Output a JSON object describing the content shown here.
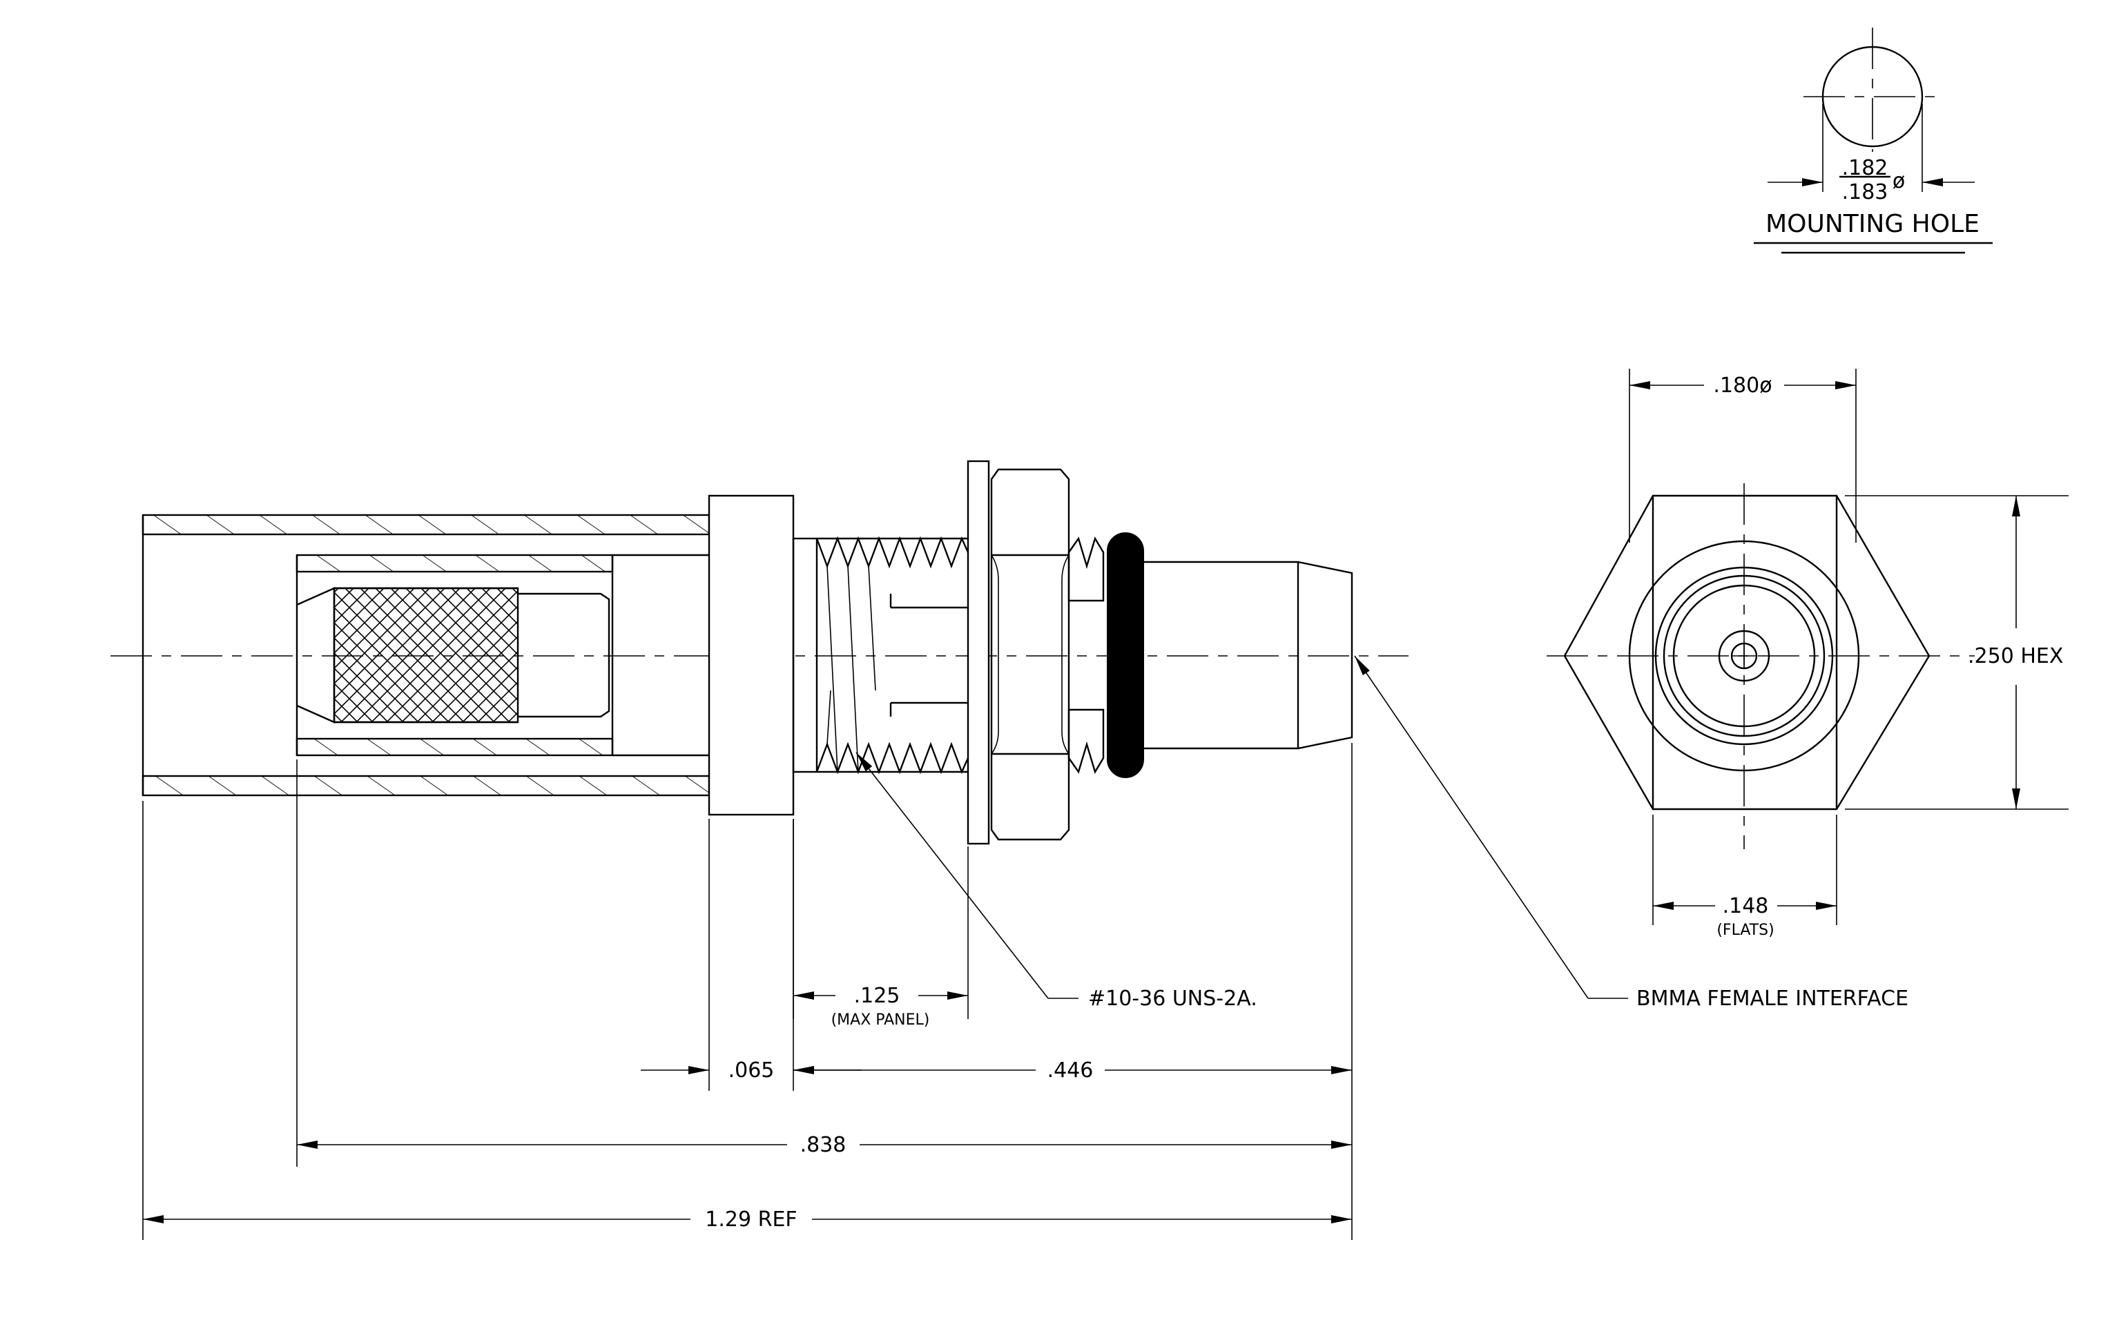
{
  "mounting_hole": {
    "dia_top": ".182",
    "dia_bottom": ".183",
    "dia_symbol": "ø",
    "title": "MOUNTING HOLE"
  },
  "dimensions": {
    "panel": ".125",
    "panel_note": "(MAX PANEL)",
    "thread": "#10-36 UNS-2A.",
    "flange": ".065",
    "body_length": ".446",
    "length_838": ".838",
    "overall": "1.29 REF",
    "diameter_180": ".180ø",
    "hex": ".250 HEX",
    "flats": ".148",
    "flats_note": "(FLATS)",
    "interface": "BMMA FEMALE INTERFACE"
  }
}
